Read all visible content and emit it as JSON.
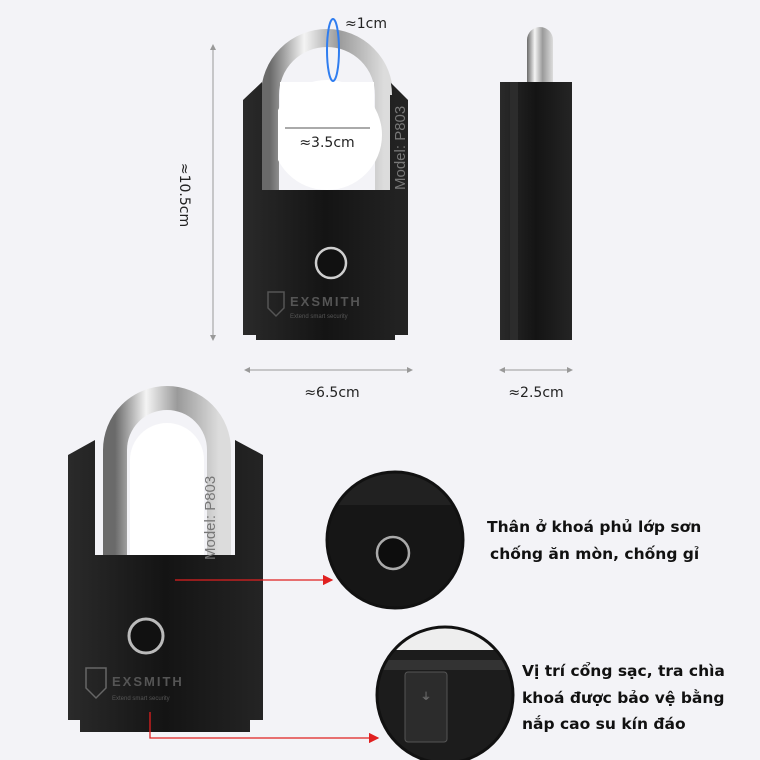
{
  "dimensions": {
    "shackle_thickness": "≈1cm",
    "shackle_width": "≈3.5cm",
    "height": "≈10.5cm",
    "width": "≈6.5cm",
    "depth": "≈2.5cm"
  },
  "lock": {
    "model": "Model: P803",
    "brand": "EXSMITH",
    "tagline": "Extend smart security"
  },
  "captions": {
    "coating": [
      "Thân ở khoá phủ lớp sơn",
      "chống ăn mòn, chống gỉ"
    ],
    "port": [
      "Vị trí cổng sạc, tra chìa",
      "khoá được bảo vệ bằng",
      "nắp cao su kín đáo"
    ]
  },
  "colors": {
    "background": "#f3f3f7",
    "lock_body": "#151515",
    "arrow": "#e02020",
    "ring": "#2f7df0"
  }
}
